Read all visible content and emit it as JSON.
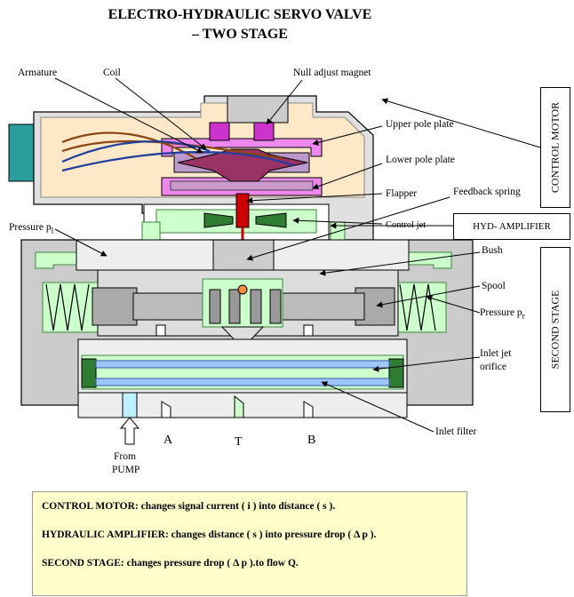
{
  "title": {
    "line1": "ELECTRO-HYDRAULIC SERVO VALVE",
    "line2": "– TWO STAGE"
  },
  "labels": {
    "armature": "Armature",
    "coil": "Coil",
    "null_adjust": "Null adjust magnet",
    "upper_pole": "Upper pole plate",
    "lower_pole": "Lower pole plate",
    "flapper": "Flapper",
    "feedback_spring": "Feedback spring",
    "control_jet": "Control jet",
    "pressure_pl_main": "Pressure p",
    "pressure_pl_sub": "l",
    "bush": "Bush",
    "spool": "Spool",
    "pressure_pr_main": "Pressure p",
    "pressure_pr_sub": "r",
    "inlet_jet_1": "Inlet jet",
    "inlet_jet_2": "orifice",
    "inlet_filter": "Inlet filter",
    "from_1": "From",
    "from_2": "PUMP",
    "port_a": "A",
    "port_t": "T",
    "port_b": "B"
  },
  "side_boxes": {
    "control_motor": "CONTROL    MOTOR",
    "hyd_amplifier": "HYD- AMPLIFIER",
    "second_stage": "SECOND STAGE"
  },
  "notes": {
    "control_motor": "CONTROL MOTOR: changes signal current ( i ) into distance ( s ).",
    "hydraulic_amplifier": "HYDRAULIC AMPLIFIER: changes distance ( s ) into pressure drop ( Δ p ).",
    "second_stage": "SECOND STAGE: changes pressure drop ( Δ p ).to flow Q."
  },
  "colors": {
    "housing": "#cccccc",
    "motor_fill": "#ffe8c8",
    "oil": "#ccffcc",
    "magenta": "#cc33cc",
    "armature": "#993366",
    "flapper": "#cc0000",
    "notes_bg": "#ffffcc"
  }
}
